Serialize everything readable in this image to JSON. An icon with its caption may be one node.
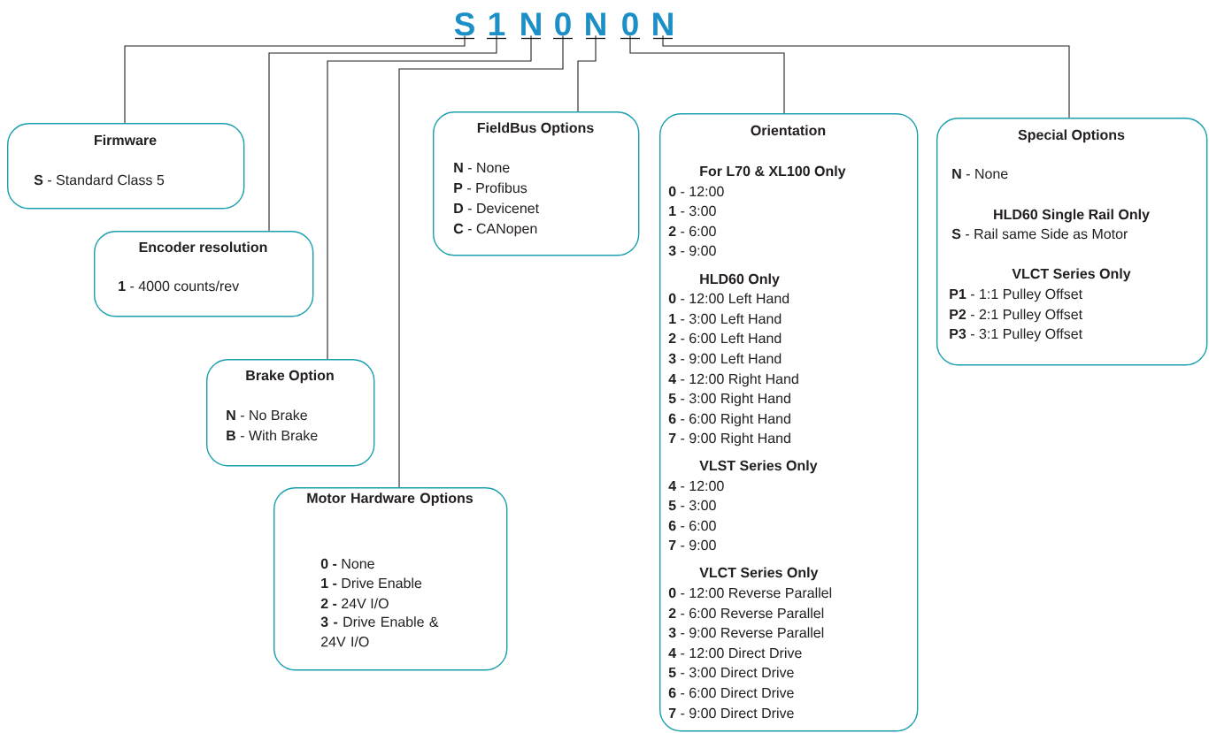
{
  "diagram": {
    "nodes": [
      {
        "text": [
          "S"
        ]
      },
      {
        "text": [
          "1"
        ]
      },
      {
        "text": [
          "N"
        ]
      },
      {
        "text": [
          "0"
        ]
      },
      {
        "text": [
          "N"
        ]
      },
      {
        "text": [
          "0"
        ]
      },
      {
        "text": [
          "N"
        ]
      },
      {
        "text": [
          "Firmware",
          "**S** - Standard Class 5"
        ]
      },
      {
        "text": [
          "Encoder resolution",
          "**1** - 4000 counts/rev"
        ]
      },
      {
        "text": [
          "Brake Option",
          "**N** - No Brake",
          "**B** - With Brake"
        ]
      },
      {
        "text": [
          "Motor Hardware Options",
          "**0 -** None",
          "**1 -** Drive Enable",
          "**2 -** 24V I/O",
          "**3 -** Drive Enable & 24V I/O"
        ]
      },
      {
        "text": [
          "FieldBus Options",
          "**N** - None",
          "**P** - Profibus",
          "**D** - Devicenet",
          "**C** - CANopen"
        ]
      },
      {
        "text": [
          "Orientation",
          "For L70 & XL100 Only",
          "**0** - 12:00",
          "**1** - 3:00",
          "**2** - 6:00",
          "**3** - 9:00",
          "HLD60 Only",
          "**0** - 12:00 Left Hand",
          "**1** - 3:00 Left Hand",
          "**2** - 6:00 Left Hand",
          "**3** - 9:00 Left Hand",
          "**4** - 12:00 Right Hand",
          "**5** - 3:00 Right Hand",
          "**6** - 6:00 Right Hand",
          "**7** - 9:00 Right Hand",
          "VLST Series Only",
          "**4** - 12:00",
          "**5** - 3:00",
          "**6** - 6:00",
          "**7** - 9:00",
          "VLCT Series Only",
          "**0** - 12:00 Reverse Parallel",
          "**2** - 6:00 Reverse Parallel",
          "**3** - 9:00 Reverse Parallel",
          "**4** - 12:00 Direct Drive",
          "**5** - 3:00 Direct Drive",
          "**6** - 6:00 Direct Drive",
          "**7** - 9:00 Direct Drive"
        ]
      },
      {
        "text": [
          "Special Options",
          "**N** - None",
          "HLD60 Single Rail Only",
          "**S** - Rail same Side as Motor",
          "VLCT Series Only",
          "**P1** - 1:1 Pulley Offset",
          "**P2** - 2:1 Pulley Offset",
          "**P3** - 3:1 Pulley Offset"
        ]
      }
    ],
    "edges": [
      {
        "from": 0,
        "to": 7,
        "arrow": "none"
      },
      {
        "from": 1,
        "to": 8,
        "arrow": "none"
      },
      {
        "from": 2,
        "to": 9,
        "arrow": "none"
      },
      {
        "from": 3,
        "to": 10,
        "arrow": "none"
      },
      {
        "from": 4,
        "to": 11,
        "arrow": "none"
      },
      {
        "from": 5,
        "to": 12,
        "arrow": "none"
      },
      {
        "from": 6,
        "to": 13,
        "arrow": "none"
      }
    ]
  }
}
